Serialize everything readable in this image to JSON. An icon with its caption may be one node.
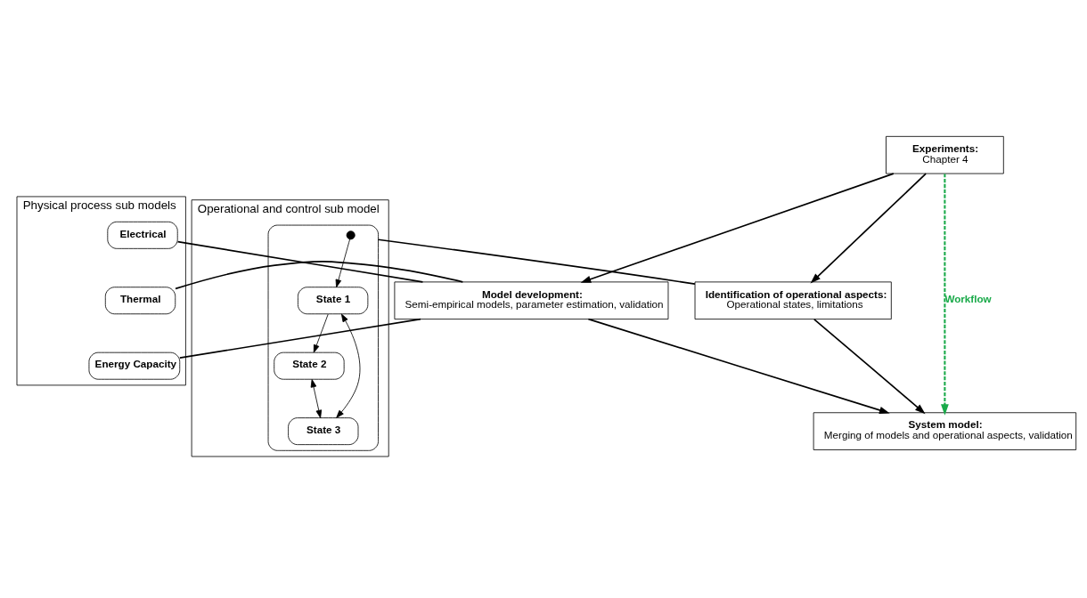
{
  "diagram": {
    "nodes": [
      {
        "text": [
          "Experiments:",
          "Chapter 4"
        ]
      },
      {
        "text": [
          "Physical process sub models"
        ]
      },
      {
        "text": [
          "Electrical"
        ],
        "in": 1
      },
      {
        "text": [
          "Thermal"
        ],
        "in": 1
      },
      {
        "text": [
          "Energy Capacity"
        ],
        "in": 1
      },
      {
        "text": [
          "Model development:",
          "Semi-empirical models, parameter estimation, validation"
        ]
      },
      {
        "text": [
          "Identification of operational aspects:",
          "Operational states, limitations"
        ]
      },
      {
        "text": [
          "Operational and control sub model"
        ]
      },
      {
        "text": [],
        "shape": "box",
        "in": 7
      },
      {
        "text": [],
        "shape": "circle",
        "in": 8
      },
      {
        "text": [
          "State 1"
        ],
        "in": 8
      },
      {
        "text": [
          "State 2"
        ],
        "in": 8
      },
      {
        "text": [
          "State 3"
        ],
        "in": 8
      },
      {
        "text": [
          "System model:",
          "Merging of models and operational aspects, validation"
        ]
      }
    ],
    "edges": [
      {
        "from": 0,
        "to": 5,
        "arrow": "to"
      },
      {
        "from": 0,
        "to": 6,
        "arrow": "to"
      },
      {
        "from": 2,
        "to": 5,
        "arrow": "none"
      },
      {
        "from": 3,
        "to": 5,
        "arrow": "none"
      },
      {
        "from": 4,
        "to": 5,
        "arrow": "none"
      },
      {
        "from": 6,
        "to": 8,
        "arrow": "none"
      },
      {
        "from": 9,
        "to": 10,
        "arrow": "to"
      },
      {
        "from": 10,
        "to": 11,
        "arrow": "to"
      },
      {
        "from": 10,
        "to": 12,
        "arrow": "both"
      },
      {
        "from": 11,
        "to": 12,
        "arrow": "both"
      },
      {
        "from": 5,
        "to": 13,
        "arrow": "to"
      },
      {
        "from": 6,
        "to": 13,
        "arrow": "to"
      },
      {
        "from": 0,
        "to": 13,
        "arrow": "to",
        "label": "Workflow",
        "style": "dashed",
        "color": "#1aaa4a"
      }
    ]
  }
}
